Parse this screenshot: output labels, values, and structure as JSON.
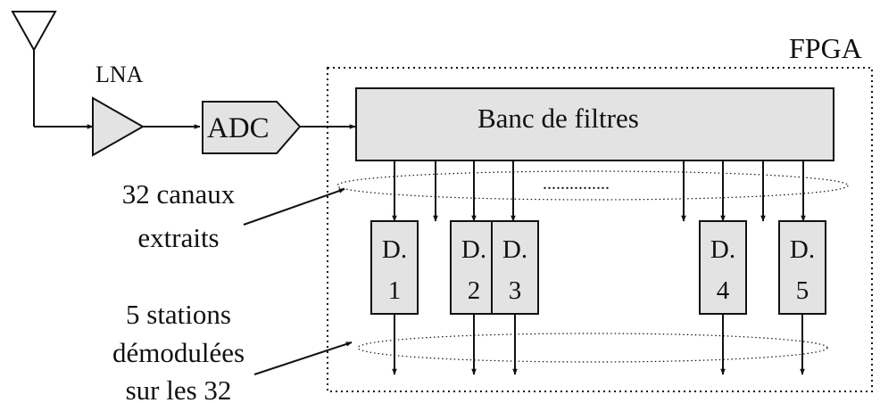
{
  "labels": {
    "fpga": "FPGA",
    "lna": "LNA",
    "adc": "ADC",
    "filter_bank": "Banc de filtres",
    "dots": "...............",
    "channels_line1": "32 canaux",
    "channels_line2": "extraits",
    "stations_line1": "5 stations",
    "stations_line2": "démodulées",
    "stations_line3": "sur les 32"
  },
  "demodulators": [
    {
      "prefix": "D.",
      "num": "1"
    },
    {
      "prefix": "D.",
      "num": "2"
    },
    {
      "prefix": "D.",
      "num": "3"
    },
    {
      "prefix": "D.",
      "num": "4"
    },
    {
      "prefix": "D.",
      "num": "5"
    }
  ],
  "colors": {
    "block_fill": "#e3e3e3",
    "stroke": "#111111"
  }
}
